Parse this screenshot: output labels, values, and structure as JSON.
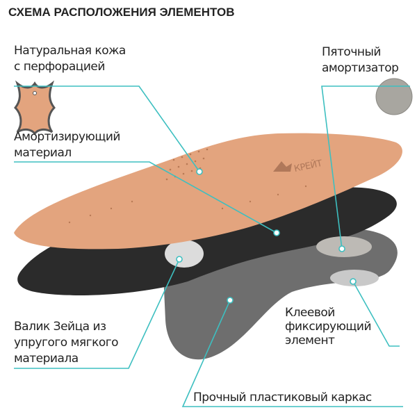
{
  "title": "СХЕМА РАСПОЛОЖЕНИЯ ЭЛЕМЕНТОВ",
  "labels": {
    "leather": [
      "Натуральная кожа",
      "с перфорацией"
    ],
    "cushion": [
      "Амортизирующий",
      "материал"
    ],
    "heel": [
      "Пяточный",
      "амортизатор"
    ],
    "pad": [
      "Валик Зейца из",
      "упругого мягкого",
      "материала"
    ],
    "glue": [
      "Клеевой",
      "фиксирующий",
      "элемент"
    ],
    "frame": [
      "Прочный пластиковый каркас"
    ]
  },
  "brand": "КРЕЙТ",
  "colors": {
    "accent": "#3dbfc0",
    "leather": "#e3a47e",
    "black": "#2a2a2a",
    "gray": "#6b6b6b"
  }
}
